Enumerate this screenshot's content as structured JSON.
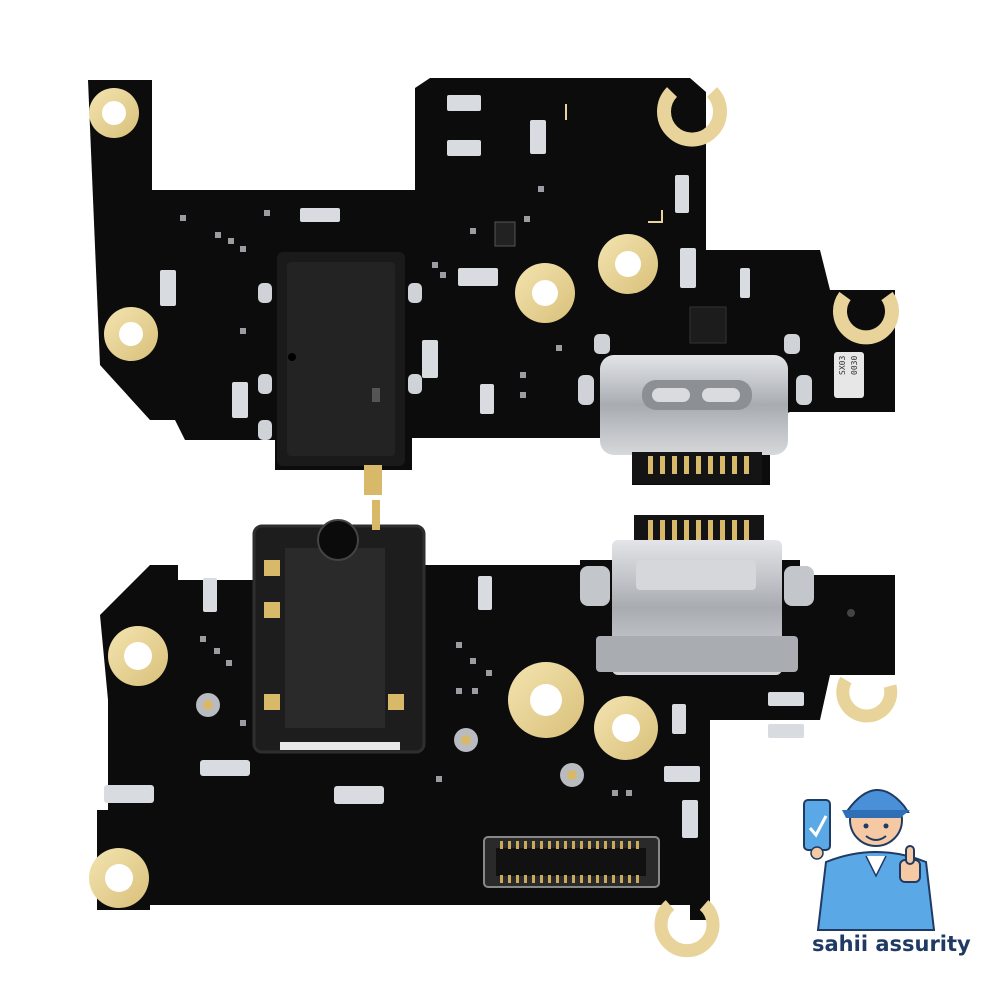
{
  "product": {
    "description_alt": "Charging port board with USB-C connector and headphone jack, front and back views"
  },
  "chip_markings": {
    "line1": "SX03",
    "line2": "0030"
  },
  "brand": {
    "name": "sahii assurity",
    "logo_icon": "technician-thumbs-up-phone-check-icon"
  },
  "colors": {
    "pcb": "#0d0d0d",
    "gold": "#e8d49a",
    "metal": "#b9bcc0",
    "brand_text": "#1f3b63",
    "brand_shirt": "#5aa9e6"
  }
}
